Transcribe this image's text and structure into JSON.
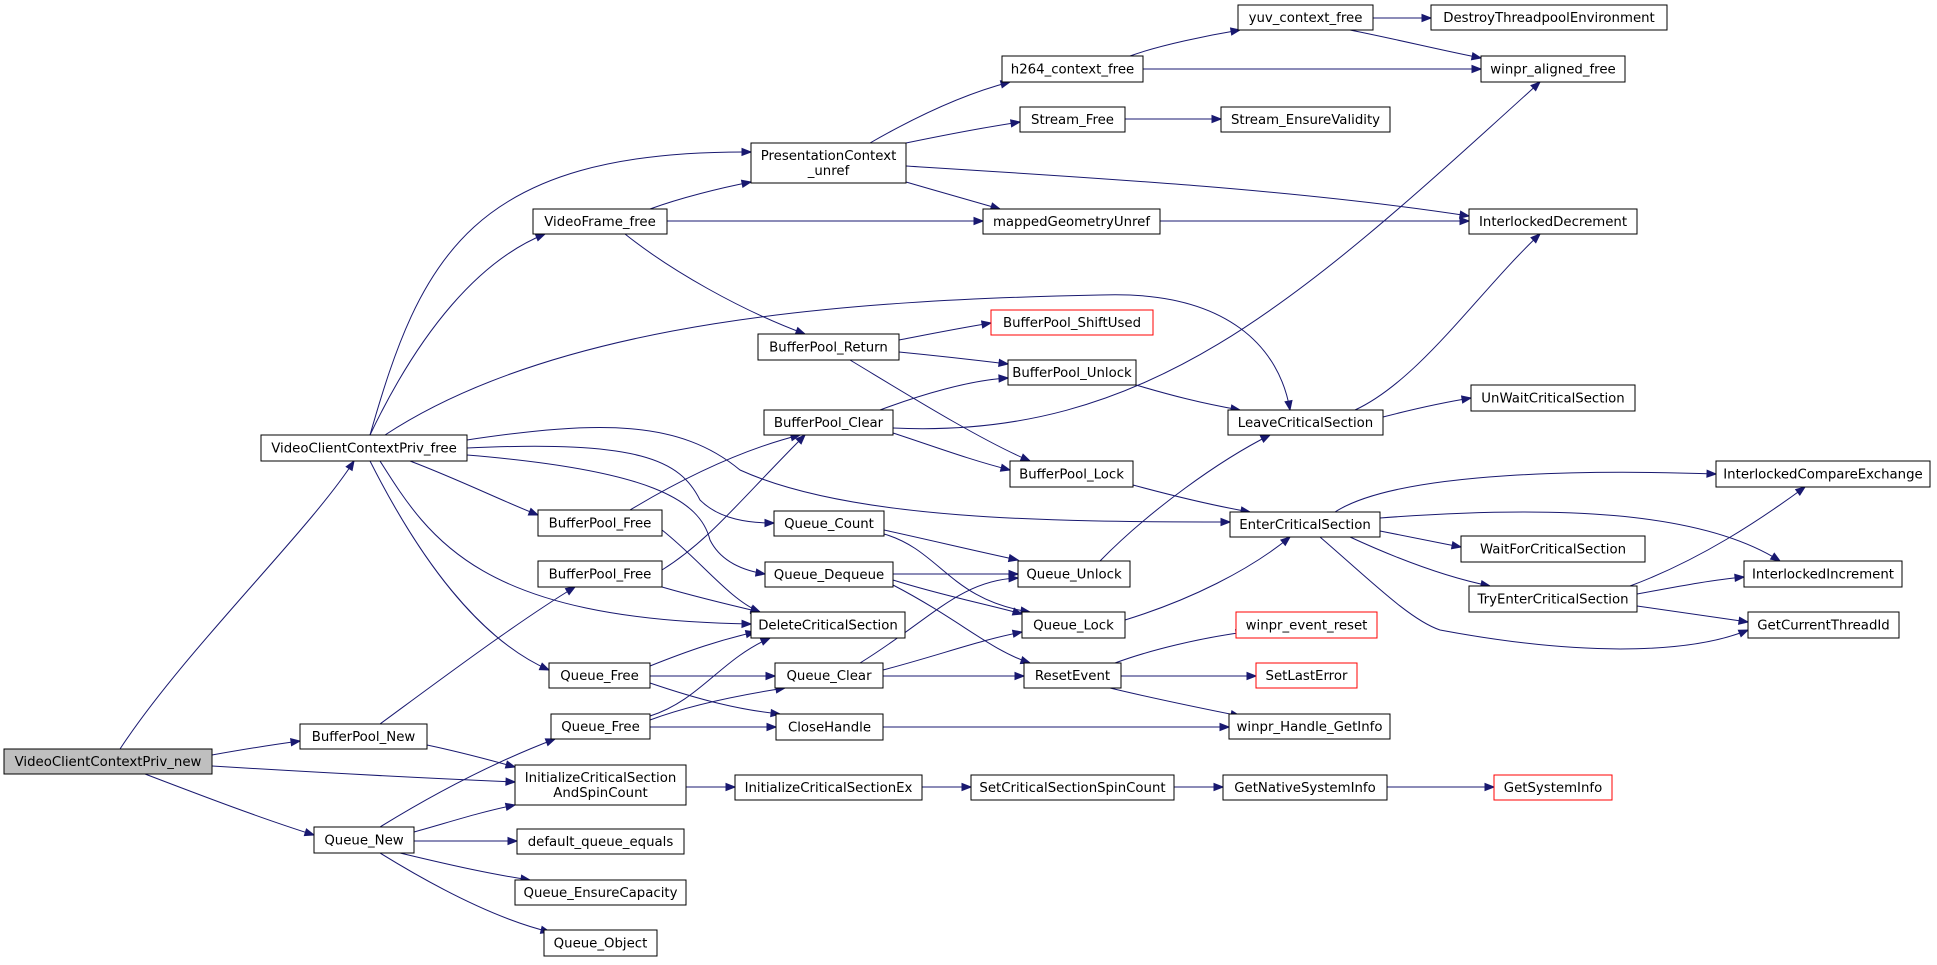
{
  "colors": {
    "edge": "#191970",
    "node_border": "#000000",
    "node_border_truncated": "#ff0000",
    "node_fill": "#ffffff",
    "root_fill": "#bfbfbf"
  },
  "nodes": {
    "VideoClientContextPriv_new": {
      "lines": [
        "VideoClientContextPriv_new"
      ],
      "style": "root"
    },
    "VideoClientContextPriv_free": {
      "lines": [
        "VideoClientContextPriv_free"
      ],
      "style": "normal"
    },
    "BufferPool_New": {
      "lines": [
        "BufferPool_New"
      ],
      "style": "normal"
    },
    "Queue_New": {
      "lines": [
        "Queue_New"
      ],
      "style": "normal"
    },
    "VideoFrame_free": {
      "lines": [
        "VideoFrame_free"
      ],
      "style": "normal"
    },
    "PresentationContext_unref": {
      "lines": [
        "PresentationContext",
        "_unref"
      ],
      "style": "normal"
    },
    "h264_context_free": {
      "lines": [
        "h264_context_free"
      ],
      "style": "normal"
    },
    "yuv_context_free": {
      "lines": [
        "yuv_context_free"
      ],
      "style": "normal"
    },
    "DestroyThreadpoolEnvironment": {
      "lines": [
        "DestroyThreadpoolEnvironment"
      ],
      "style": "normal"
    },
    "winpr_aligned_free": {
      "lines": [
        "winpr_aligned_free"
      ],
      "style": "normal"
    },
    "Stream_Free": {
      "lines": [
        "Stream_Free"
      ],
      "style": "normal"
    },
    "Stream_EnsureValidity": {
      "lines": [
        "Stream_EnsureValidity"
      ],
      "style": "normal"
    },
    "mappedGeometryUnref": {
      "lines": [
        "mappedGeometryUnref"
      ],
      "style": "normal"
    },
    "InterlockedDecrement": {
      "lines": [
        "InterlockedDecrement"
      ],
      "style": "normal"
    },
    "BufferPool_Return": {
      "lines": [
        "BufferPool_Return"
      ],
      "style": "normal"
    },
    "BufferPool_ShiftUsed": {
      "lines": [
        "BufferPool_ShiftUsed"
      ],
      "style": "truncated"
    },
    "BufferPool_Unlock": {
      "lines": [
        "BufferPool_Unlock"
      ],
      "style": "normal"
    },
    "BufferPool_Clear": {
      "lines": [
        "BufferPool_Clear"
      ],
      "style": "normal"
    },
    "BufferPool_Lock": {
      "lines": [
        "BufferPool_Lock"
      ],
      "style": "normal"
    },
    "LeaveCriticalSection": {
      "lines": [
        "LeaveCriticalSection"
      ],
      "style": "normal"
    },
    "UnWaitCriticalSection": {
      "lines": [
        "UnWaitCriticalSection"
      ],
      "style": "normal"
    },
    "EnterCriticalSection": {
      "lines": [
        "EnterCriticalSection"
      ],
      "style": "normal"
    },
    "InterlockedCompareExchange": {
      "lines": [
        "InterlockedCompareExchange"
      ],
      "style": "normal"
    },
    "WaitForCriticalSection": {
      "lines": [
        "WaitForCriticalSection"
      ],
      "style": "normal"
    },
    "TryEnterCriticalSection": {
      "lines": [
        "TryEnterCriticalSection"
      ],
      "style": "normal"
    },
    "InterlockedIncrement": {
      "lines": [
        "InterlockedIncrement"
      ],
      "style": "normal"
    },
    "GetCurrentThreadId": {
      "lines": [
        "GetCurrentThreadId"
      ],
      "style": "normal"
    },
    "BufferPool_Free_1": {
      "lines": [
        "BufferPool_Free"
      ],
      "style": "normal"
    },
    "BufferPool_Free_2": {
      "lines": [
        "BufferPool_Free"
      ],
      "style": "normal"
    },
    "Queue_Count": {
      "lines": [
        "Queue_Count"
      ],
      "style": "normal"
    },
    "Queue_Dequeue": {
      "lines": [
        "Queue_Dequeue"
      ],
      "style": "normal"
    },
    "Queue_Unlock": {
      "lines": [
        "Queue_Unlock"
      ],
      "style": "normal"
    },
    "Queue_Lock": {
      "lines": [
        "Queue_Lock"
      ],
      "style": "normal"
    },
    "DeleteCriticalSection": {
      "lines": [
        "DeleteCriticalSection"
      ],
      "style": "normal"
    },
    "Queue_Free_1": {
      "lines": [
        "Queue_Free"
      ],
      "style": "normal"
    },
    "Queue_Free_2": {
      "lines": [
        "Queue_Free"
      ],
      "style": "normal"
    },
    "Queue_Clear": {
      "lines": [
        "Queue_Clear"
      ],
      "style": "normal"
    },
    "ResetEvent": {
      "lines": [
        "ResetEvent"
      ],
      "style": "normal"
    },
    "winpr_event_reset": {
      "lines": [
        "winpr_event_reset"
      ],
      "style": "truncated"
    },
    "SetLastError": {
      "lines": [
        "SetLastError"
      ],
      "style": "truncated"
    },
    "winpr_Handle_GetInfo": {
      "lines": [
        "winpr_Handle_GetInfo"
      ],
      "style": "normal"
    },
    "CloseHandle": {
      "lines": [
        "CloseHandle"
      ],
      "style": "normal"
    },
    "InitializeCriticalSectionAndSpinCount": {
      "lines": [
        "InitializeCriticalSection",
        "AndSpinCount"
      ],
      "style": "normal"
    },
    "InitializeCriticalSectionEx": {
      "lines": [
        "InitializeCriticalSectionEx"
      ],
      "style": "normal"
    },
    "SetCriticalSectionSpinCount": {
      "lines": [
        "SetCriticalSectionSpinCount"
      ],
      "style": "normal"
    },
    "GetNativeSystemInfo": {
      "lines": [
        "GetNativeSystemInfo"
      ],
      "style": "normal"
    },
    "GetSystemInfo": {
      "lines": [
        "GetSystemInfo"
      ],
      "style": "truncated"
    },
    "default_queue_equals": {
      "lines": [
        "default_queue_equals"
      ],
      "style": "normal"
    },
    "Queue_EnsureCapacity": {
      "lines": [
        "Queue_EnsureCapacity"
      ],
      "style": "normal"
    },
    "Queue_Object": {
      "lines": [
        "Queue_Object"
      ],
      "style": "normal"
    }
  },
  "edges": [
    [
      "VideoClientContextPriv_new",
      "VideoClientContextPriv_free"
    ],
    [
      "VideoClientContextPriv_new",
      "BufferPool_New"
    ],
    [
      "VideoClientContextPriv_new",
      "InitializeCriticalSectionAndSpinCount"
    ],
    [
      "VideoClientContextPriv_new",
      "Queue_New"
    ],
    [
      "VideoClientContextPriv_free",
      "PresentationContext_unref"
    ],
    [
      "VideoClientContextPriv_free",
      "VideoFrame_free"
    ],
    [
      "VideoClientContextPriv_free",
      "LeaveCriticalSection"
    ],
    [
      "VideoClientContextPriv_free",
      "EnterCriticalSection"
    ],
    [
      "VideoClientContextPriv_free",
      "BufferPool_Free_1"
    ],
    [
      "VideoClientContextPriv_free",
      "Queue_Count"
    ],
    [
      "VideoClientContextPriv_free",
      "Queue_Dequeue"
    ],
    [
      "VideoClientContextPriv_free",
      "DeleteCriticalSection"
    ],
    [
      "VideoClientContextPriv_free",
      "Queue_Free_1"
    ],
    [
      "VideoFrame_free",
      "PresentationContext_unref"
    ],
    [
      "VideoFrame_free",
      "mappedGeometryUnref"
    ],
    [
      "VideoFrame_free",
      "BufferPool_Return"
    ],
    [
      "PresentationContext_unref",
      "h264_context_free"
    ],
    [
      "PresentationContext_unref",
      "Stream_Free"
    ],
    [
      "PresentationContext_unref",
      "InterlockedDecrement"
    ],
    [
      "PresentationContext_unref",
      "mappedGeometryUnref"
    ],
    [
      "h264_context_free",
      "yuv_context_free"
    ],
    [
      "h264_context_free",
      "winpr_aligned_free"
    ],
    [
      "yuv_context_free",
      "DestroyThreadpoolEnvironment"
    ],
    [
      "yuv_context_free",
      "winpr_aligned_free"
    ],
    [
      "Stream_Free",
      "Stream_EnsureValidity"
    ],
    [
      "mappedGeometryUnref",
      "InterlockedDecrement"
    ],
    [
      "BufferPool_Return",
      "BufferPool_ShiftUsed"
    ],
    [
      "BufferPool_Return",
      "BufferPool_Unlock"
    ],
    [
      "BufferPool_Return",
      "BufferPool_Lock"
    ],
    [
      "BufferPool_Clear",
      "BufferPool_Unlock"
    ],
    [
      "BufferPool_Clear",
      "winpr_aligned_free"
    ],
    [
      "BufferPool_Clear",
      "BufferPool_Lock"
    ],
    [
      "BufferPool_Unlock",
      "LeaveCriticalSection"
    ],
    [
      "BufferPool_Lock",
      "EnterCriticalSection"
    ],
    [
      "LeaveCriticalSection",
      "InterlockedDecrement"
    ],
    [
      "LeaveCriticalSection",
      "UnWaitCriticalSection"
    ],
    [
      "EnterCriticalSection",
      "InterlockedCompareExchange"
    ],
    [
      "EnterCriticalSection",
      "InterlockedIncrement"
    ],
    [
      "EnterCriticalSection",
      "WaitForCriticalSection"
    ],
    [
      "EnterCriticalSection",
      "TryEnterCriticalSection"
    ],
    [
      "EnterCriticalSection",
      "GetCurrentThreadId"
    ],
    [
      "TryEnterCriticalSection",
      "InterlockedCompareExchange"
    ],
    [
      "TryEnterCriticalSection",
      "InterlockedIncrement"
    ],
    [
      "TryEnterCriticalSection",
      "GetCurrentThreadId"
    ],
    [
      "BufferPool_Free_1",
      "BufferPool_Clear"
    ],
    [
      "BufferPool_Free_1",
      "DeleteCriticalSection"
    ],
    [
      "BufferPool_Free_2",
      "BufferPool_Clear"
    ],
    [
      "BufferPool_Free_2",
      "DeleteCriticalSection"
    ],
    [
      "BufferPool_New",
      "BufferPool_Free_2"
    ],
    [
      "BufferPool_New",
      "InitializeCriticalSectionAndSpinCount"
    ],
    [
      "Queue_Count",
      "Queue_Unlock"
    ],
    [
      "Queue_Count",
      "Queue_Lock"
    ],
    [
      "Queue_Dequeue",
      "Queue_Unlock"
    ],
    [
      "Queue_Dequeue",
      "Queue_Lock"
    ],
    [
      "Queue_Dequeue",
      "ResetEvent"
    ],
    [
      "Queue_Unlock",
      "LeaveCriticalSection"
    ],
    [
      "Queue_Lock",
      "EnterCriticalSection"
    ],
    [
      "Queue_Free_1",
      "DeleteCriticalSection"
    ],
    [
      "Queue_Free_1",
      "Queue_Clear"
    ],
    [
      "Queue_Free_1",
      "CloseHandle"
    ],
    [
      "Queue_Free_2",
      "DeleteCriticalSection"
    ],
    [
      "Queue_Free_2",
      "Queue_Clear"
    ],
    [
      "Queue_Free_2",
      "CloseHandle"
    ],
    [
      "Queue_Clear",
      "Queue_Unlock"
    ],
    [
      "Queue_Clear",
      "Queue_Lock"
    ],
    [
      "Queue_Clear",
      "ResetEvent"
    ],
    [
      "ResetEvent",
      "winpr_event_reset"
    ],
    [
      "ResetEvent",
      "SetLastError"
    ],
    [
      "ResetEvent",
      "winpr_Handle_GetInfo"
    ],
    [
      "CloseHandle",
      "winpr_Handle_GetInfo"
    ],
    [
      "Queue_New",
      "Queue_Free_2"
    ],
    [
      "Queue_New",
      "InitializeCriticalSectionAndSpinCount"
    ],
    [
      "Queue_New",
      "default_queue_equals"
    ],
    [
      "Queue_New",
      "Queue_EnsureCapacity"
    ],
    [
      "Queue_New",
      "Queue_Object"
    ],
    [
      "InitializeCriticalSectionAndSpinCount",
      "InitializeCriticalSectionEx"
    ],
    [
      "InitializeCriticalSectionEx",
      "SetCriticalSectionSpinCount"
    ],
    [
      "SetCriticalSectionSpinCount",
      "GetNativeSystemInfo"
    ],
    [
      "GetNativeSystemInfo",
      "GetSystemInfo"
    ]
  ]
}
